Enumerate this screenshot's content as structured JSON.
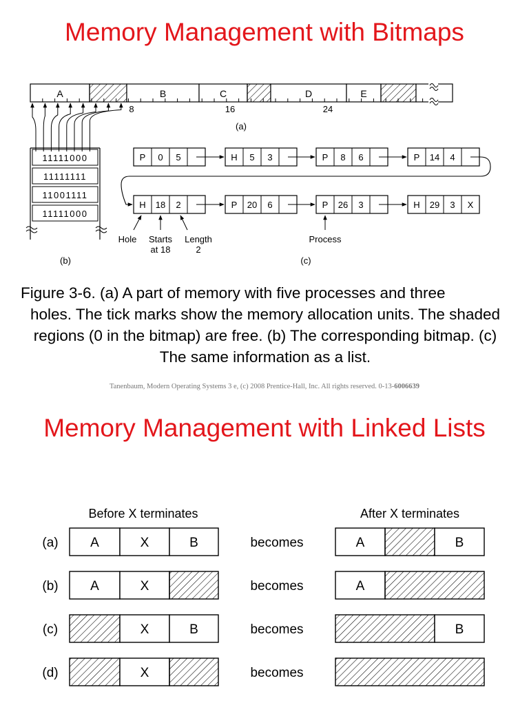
{
  "slide1": {
    "title": "Memory Management with Bitmaps",
    "memory_bar": {
      "segments": [
        "A",
        "",
        "B",
        "C",
        "",
        "D",
        "E",
        ""
      ],
      "segment_free": [
        false,
        true,
        false,
        false,
        true,
        false,
        false,
        true
      ],
      "tick_labels": [
        "8",
        "16",
        "24"
      ],
      "label": "(a)"
    },
    "bitmap": {
      "rows": [
        "11111000",
        "11111111",
        "11001111",
        "11111000"
      ],
      "label": "(b)"
    },
    "list": {
      "label": "(c)",
      "row1": [
        {
          "type": "P",
          "start": "0",
          "length": "5"
        },
        {
          "type": "H",
          "start": "5",
          "length": "3"
        },
        {
          "type": "P",
          "start": "8",
          "length": "6"
        },
        {
          "type": "P",
          "start": "14",
          "length": "4"
        }
      ],
      "row2": [
        {
          "type": "H",
          "start": "18",
          "length": "2"
        },
        {
          "type": "P",
          "start": "20",
          "length": "6"
        },
        {
          "type": "P",
          "start": "26",
          "length": "3"
        },
        {
          "type": "H",
          "start": "29",
          "length": "3",
          "end": "X"
        }
      ],
      "annotations": {
        "hole": "Hole",
        "starts_1": "Starts",
        "starts_2": "at 18",
        "length_1": "Length",
        "length_2": "2",
        "process": "Process"
      }
    },
    "caption_line1": "Figure 3-6. (a) A part of memory with five processes and three",
    "caption_rest": "holes. The tick marks show the memory allocation units. The shaded regions (0 in the bitmap) are free. (b) The corresponding bitmap. (c) The same information as a list.",
    "credit_text": "Tanenbaum, Modern Operating Systems 3 e, (c) 2008 Prentice-Hall, Inc. All rights reserved. 0-13-",
    "credit_isbn": "6006639"
  },
  "slide2": {
    "title": "Memory Management with Linked Lists",
    "before_header": "Before X terminates",
    "after_header": "After X terminates",
    "becomes_label": "becomes",
    "cases": [
      {
        "label": "(a)",
        "before": [
          "A",
          "X",
          "B"
        ],
        "after": [
          "A",
          "",
          "B"
        ]
      },
      {
        "label": "(b)",
        "before": [
          "A",
          "X",
          ""
        ],
        "after": [
          "A",
          ""
        ]
      },
      {
        "label": "(c)",
        "before": [
          "",
          "X",
          "B"
        ],
        "after": [
          "",
          "B"
        ]
      },
      {
        "label": "(d)",
        "before": [
          "",
          "X",
          ""
        ],
        "after": [
          ""
        ]
      }
    ]
  }
}
